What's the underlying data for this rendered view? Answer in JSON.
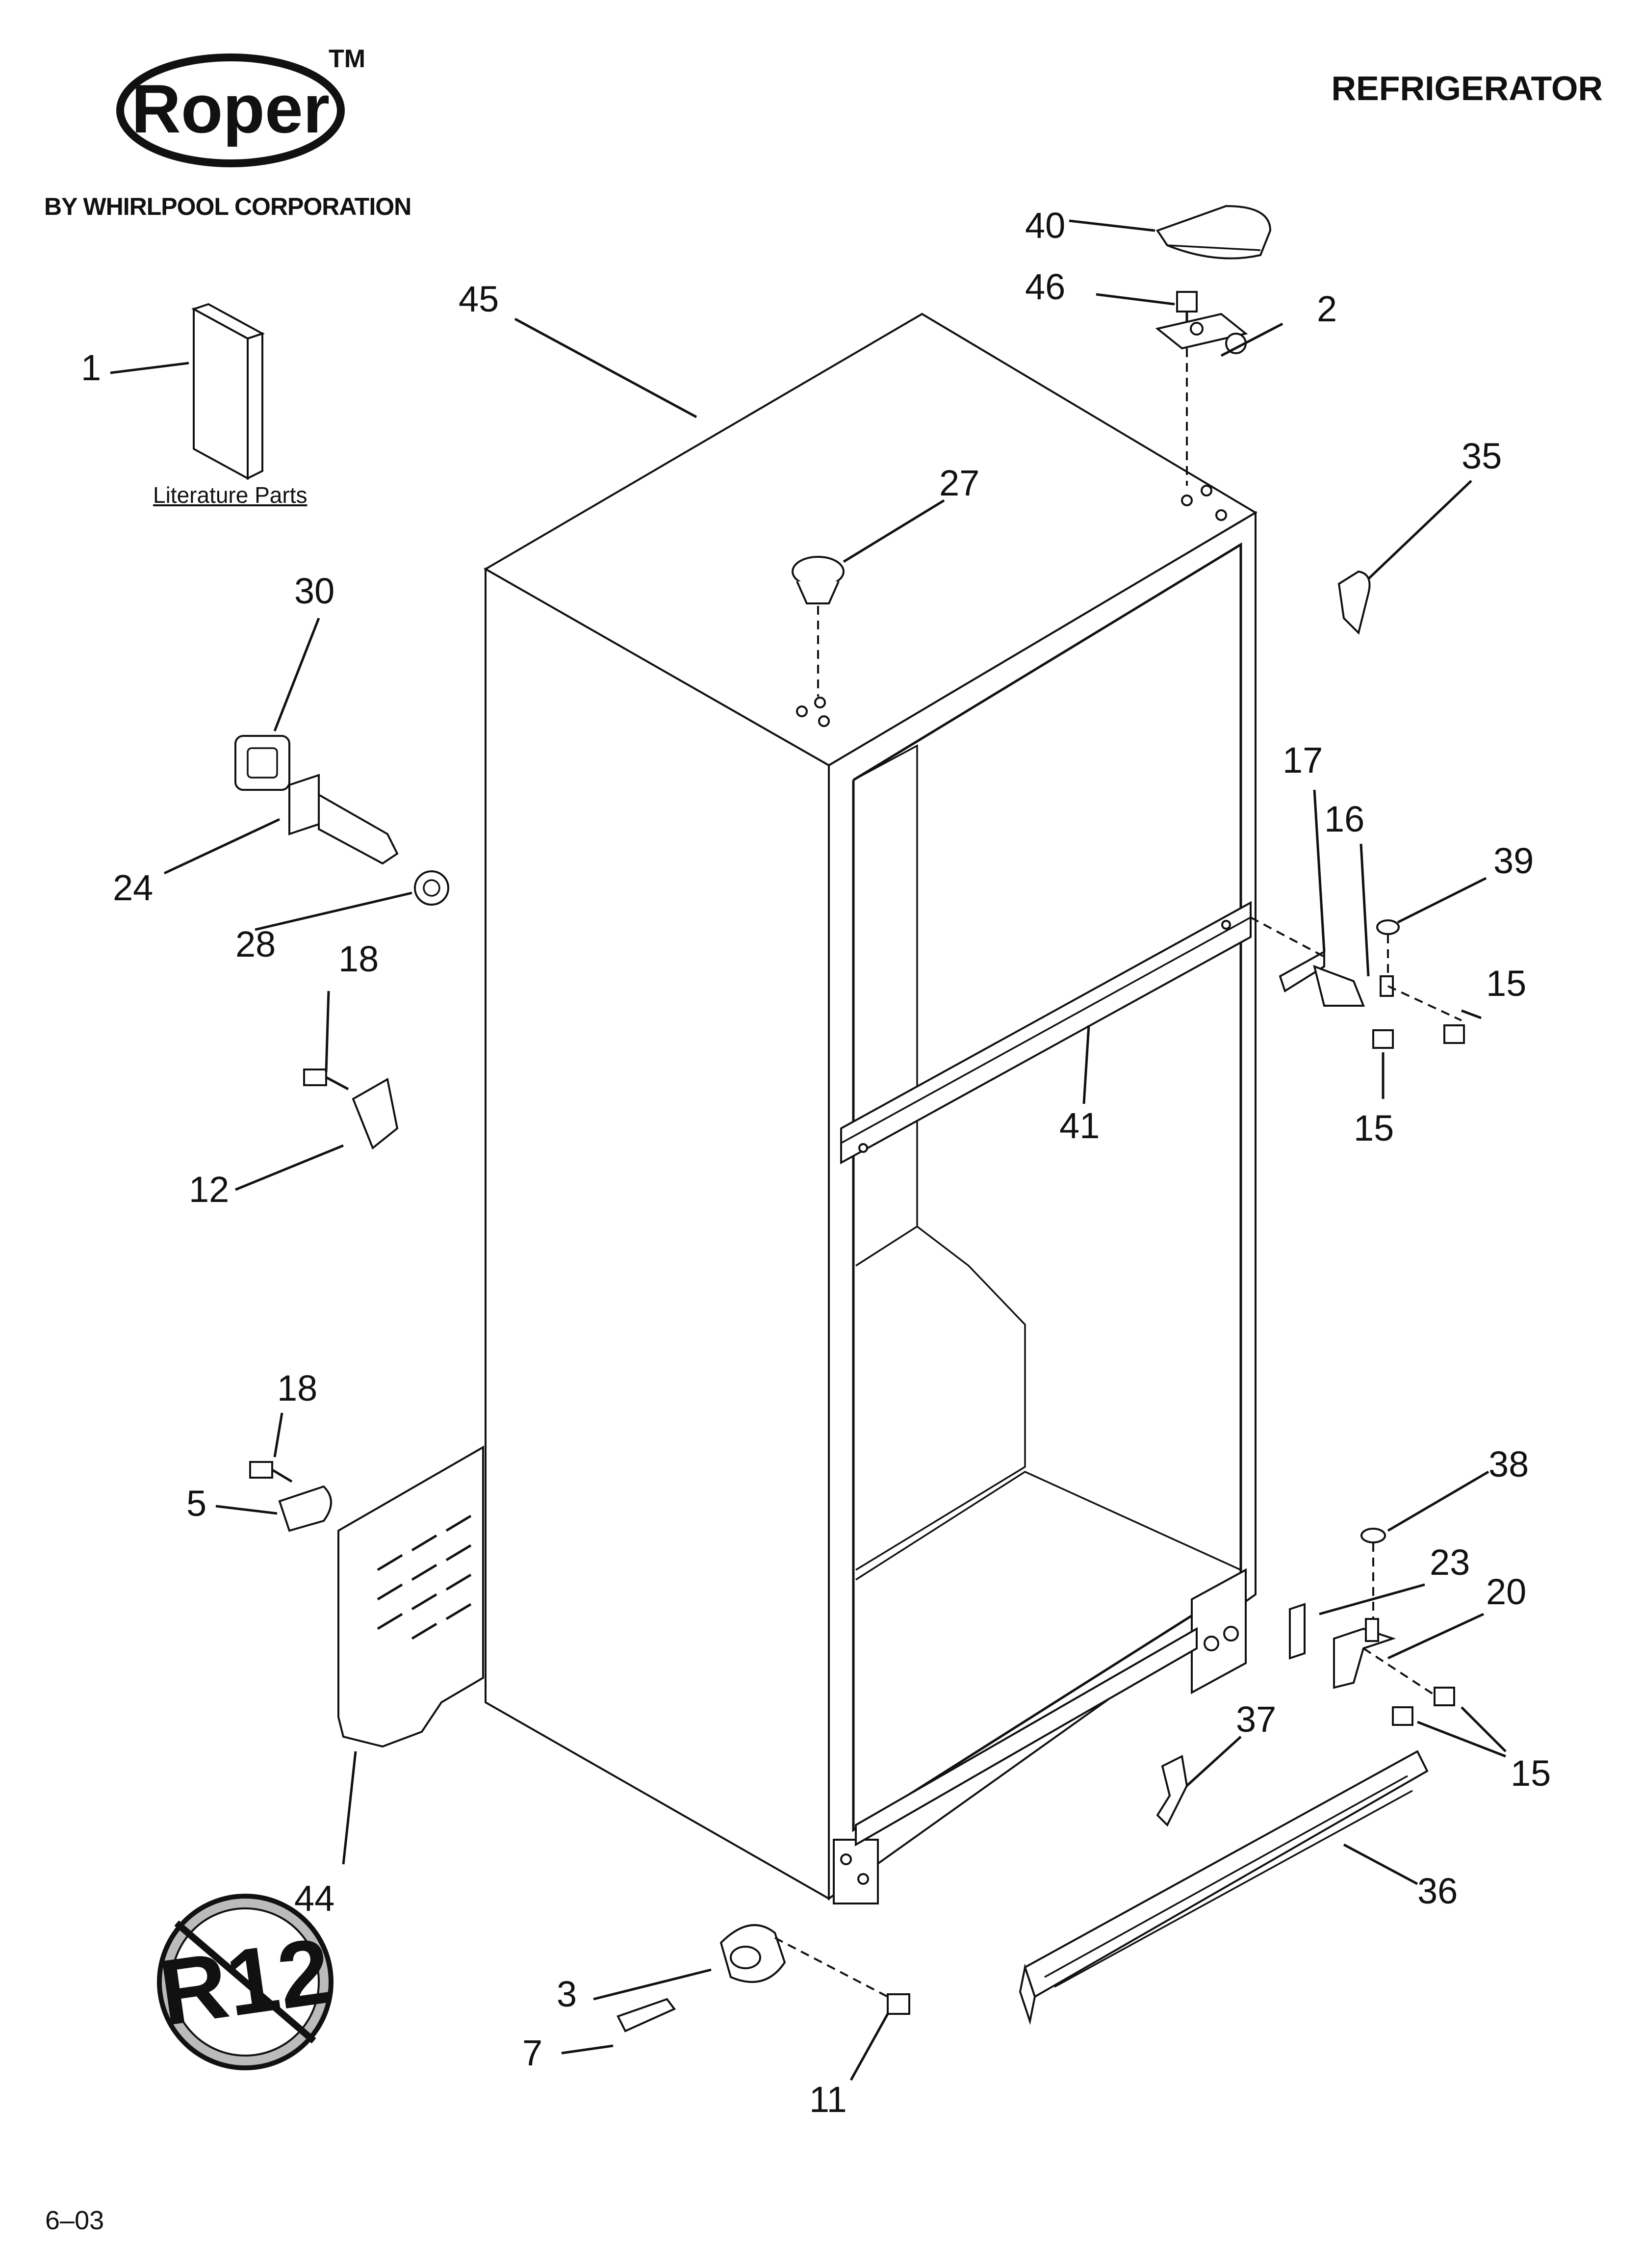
{
  "brand": {
    "logo_text": "Roper",
    "trademark": "TM",
    "subtitle": "BY WHIRLPOOL CORPORATION"
  },
  "document": {
    "title": "REFRIGERATOR",
    "literature_label": "Literature Parts",
    "date_code": "6–03"
  },
  "symbols": {
    "no_r12_text": "R12"
  },
  "callouts": {
    "c1": "1",
    "c2": "2",
    "c3": "3",
    "c5": "5",
    "c7": "7",
    "c11": "11",
    "c12": "12",
    "c15a": "15",
    "c15b": "15",
    "c15c": "15",
    "c16": "16",
    "c17": "17",
    "c18a": "18",
    "c18b": "18",
    "c20": "20",
    "c23": "23",
    "c24": "24",
    "c27": "27",
    "c28": "28",
    "c30": "30",
    "c35": "35",
    "c36": "36",
    "c37": "37",
    "c38": "38",
    "c39": "39",
    "c40": "40",
    "c41": "41",
    "c44": "44",
    "c45": "45",
    "c46": "46"
  }
}
